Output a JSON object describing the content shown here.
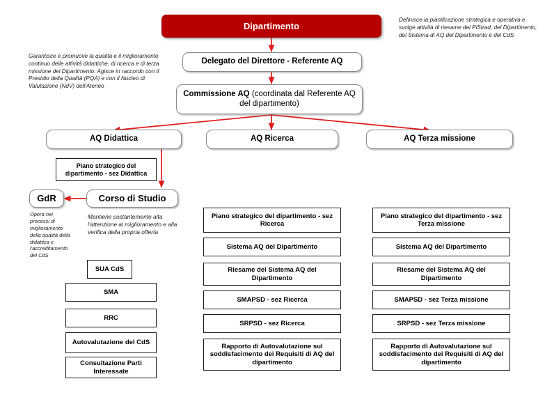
{
  "diagram": {
    "title_bar": {
      "label": "Dipartimento"
    },
    "chain": [
      {
        "label": "Delegato del Direttore - Referente AQ"
      }
    ],
    "commission": {
      "label_bold": "Commissione AQ",
      "label_rest": " (coordinata dal Referente AQ del dipartimento)"
    },
    "branches": [
      {
        "label": "AQ Didattica"
      },
      {
        "label": "AQ Ricerca"
      },
      {
        "label": "AQ Terza missione"
      }
    ],
    "didattica": {
      "plan_box": "Piano strategico del dipartimento - sez Didattica",
      "gdr": "GdR",
      "corso": "Corso di Studio",
      "items": [
        "SUA CdS",
        "SMA",
        "RRC",
        "Autovalutazione del CdS",
        "Consultazione Parti Interessate"
      ]
    },
    "ricerca": {
      "items": [
        "Piano strategico del dipartimento - sez Ricerca",
        "Sistema AQ del Dipartimento",
        "Riesame del Sistema AQ del Dipartimento",
        "SMAPSD - sez Ricerca",
        "SRPSD - sez Ricerca",
        "Rapporto di Autovalutazione sul soddisfacimento dei Requisiti di AQ del dipartimento"
      ]
    },
    "terza_missione": {
      "items": [
        "Piano strategico del dipartimento - sez Terza missione",
        "Sistema AQ del Dipartimento",
        "Riesame del Sistema AQ del Dipartimento",
        "SMAPSD - sez Terza missione",
        "SRPSD - sez Terza missione",
        "Rapporto di Autovalutazione sul soddisfacimento dei Requisiti di AQ del dipartimento"
      ]
    },
    "annotations": {
      "top_right": "Definisce la pianificazione strategica e operativa e svolge attività di riesame del PiStrad, del Dipartimento, del Sistema di AQ del Dipartimento e del CdS",
      "top_left": "Garantisce e promuove la qualità e il miglioramento continuo delle attività didattiche, di ricerca e di terza missione del Dipartimento. Agisce in raccordo con il Presidio della Qualità (PQA) e con il Nucleo di Valutazione (NdV) dell'Ateneo",
      "gdr_note": "Opera nei processi di miglioramento della qualità della didattica e l'accreditamento del CdS",
      "corso_note": "Mantiene costantemente alta l'attenzione al miglioramento e alla verifica della propria offerta"
    },
    "colors": {
      "header_red": "#b90000",
      "connector_red": "#e01b1b",
      "box_border": "#8a8a8a",
      "rect_border": "#1a1a1a"
    }
  }
}
